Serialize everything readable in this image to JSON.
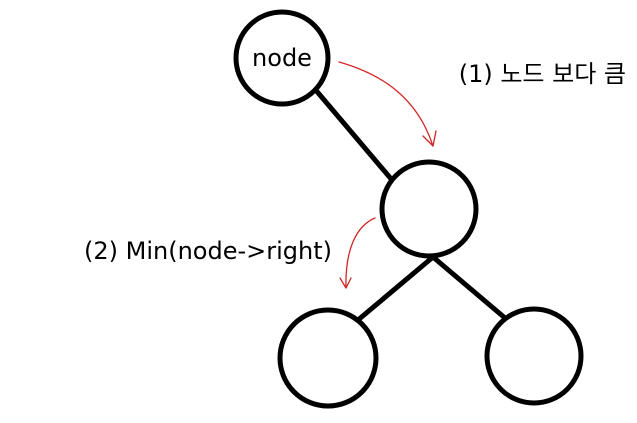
{
  "diagram": {
    "nodes": [
      {
        "id": "root",
        "label": "node"
      },
      {
        "id": "right-child",
        "label": ""
      },
      {
        "id": "left-grandchild",
        "label": ""
      },
      {
        "id": "right-grandchild",
        "label": ""
      }
    ],
    "edges": [
      {
        "from": "root",
        "to": "right-child"
      },
      {
        "from": "right-child",
        "to": "left-grandchild"
      },
      {
        "from": "right-child",
        "to": "right-grandchild"
      }
    ],
    "annotations": {
      "step1": "(1) 노드 보다 큼",
      "step2": "(2) Min(node->right)"
    },
    "colors": {
      "stroke": "#000000",
      "arrow": "#d22626",
      "background": "#ffffff"
    }
  }
}
